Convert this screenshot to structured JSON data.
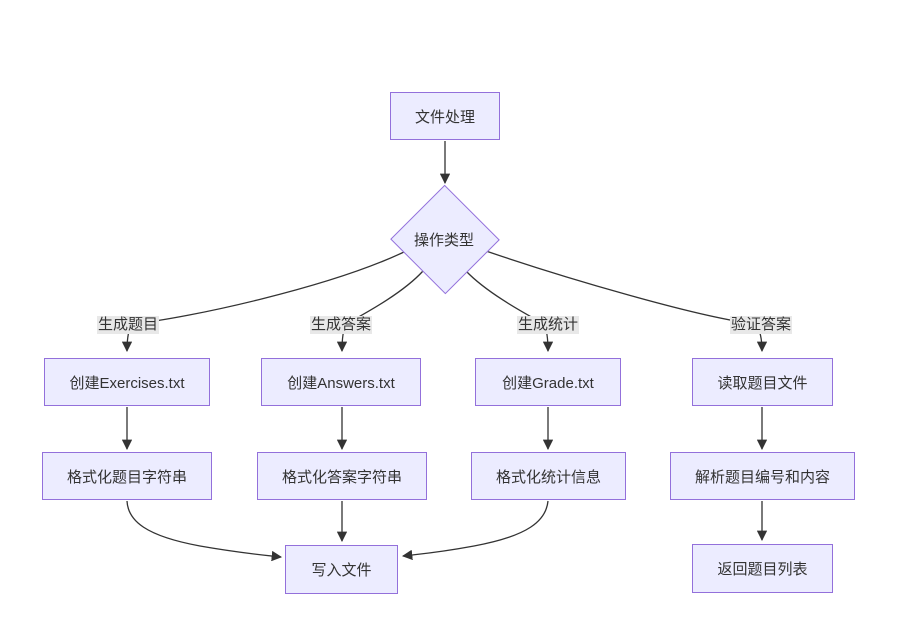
{
  "diagram": {
    "type": "flowchart",
    "nodes": {
      "start": {
        "label": "文件处理",
        "shape": "rect"
      },
      "decision": {
        "label": "操作类型",
        "shape": "diamond"
      },
      "create_exercises": {
        "label": "创建Exercises.txt",
        "shape": "rect"
      },
      "create_answers": {
        "label": "创建Answers.txt",
        "shape": "rect"
      },
      "create_grade": {
        "label": "创建Grade.txt",
        "shape": "rect"
      },
      "read_exercises": {
        "label": "读取题目文件",
        "shape": "rect"
      },
      "format_exercises": {
        "label": "格式化题目字符串",
        "shape": "rect"
      },
      "format_answers": {
        "label": "格式化答案字符串",
        "shape": "rect"
      },
      "format_stats": {
        "label": "格式化统计信息",
        "shape": "rect"
      },
      "parse_exercises": {
        "label": "解析题目编号和内容",
        "shape": "rect"
      },
      "write_file": {
        "label": "写入文件",
        "shape": "rect"
      },
      "return_list": {
        "label": "返回题目列表",
        "shape": "rect"
      }
    },
    "edge_labels": {
      "generate_exercises": "生成题目",
      "generate_answers": "生成答案",
      "generate_stats": "生成统计",
      "verify_answers": "验证答案"
    },
    "edges": [
      {
        "from": "start",
        "to": "decision",
        "label": ""
      },
      {
        "from": "decision",
        "to": "create_exercises",
        "label": "生成题目"
      },
      {
        "from": "decision",
        "to": "create_answers",
        "label": "生成答案"
      },
      {
        "from": "decision",
        "to": "create_grade",
        "label": "生成统计"
      },
      {
        "from": "decision",
        "to": "read_exercises",
        "label": "验证答案"
      },
      {
        "from": "create_exercises",
        "to": "format_exercises",
        "label": ""
      },
      {
        "from": "create_answers",
        "to": "format_answers",
        "label": ""
      },
      {
        "from": "create_grade",
        "to": "format_stats",
        "label": ""
      },
      {
        "from": "read_exercises",
        "to": "parse_exercises",
        "label": ""
      },
      {
        "from": "format_exercises",
        "to": "write_file",
        "label": ""
      },
      {
        "from": "format_answers",
        "to": "write_file",
        "label": ""
      },
      {
        "from": "format_stats",
        "to": "write_file",
        "label": ""
      },
      {
        "from": "parse_exercises",
        "to": "return_list",
        "label": ""
      }
    ],
    "colors": {
      "node_fill": "#ECECFF",
      "node_border": "#9370DB",
      "edge_color": "#333333",
      "text_color": "#333333",
      "edge_label_bg": "#e8e8e8",
      "background": "#ffffff"
    }
  }
}
